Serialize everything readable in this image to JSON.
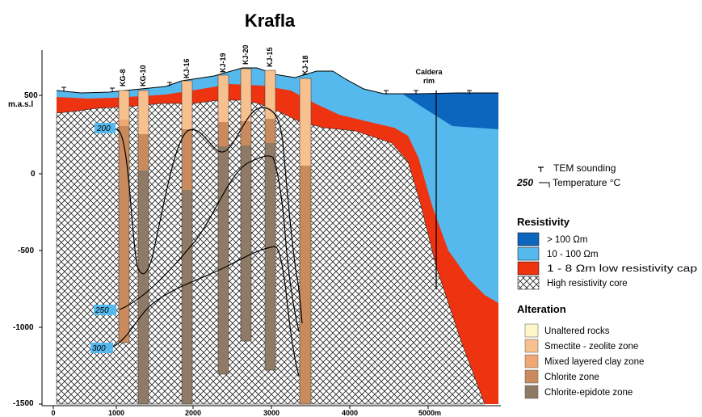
{
  "title": "Krafla",
  "y_axis": {
    "top_label_lines": [
      "500",
      "m.a.s.l"
    ],
    "ticks": [
      "0",
      "-500",
      "-1000",
      "-1500"
    ]
  },
  "x_axis": {
    "ticks": [
      "0",
      "1000",
      "2000",
      "3000",
      "4000",
      "5000m"
    ]
  },
  "wells": [
    "KG-8",
    "KG-10",
    "KJ-16",
    "KJ-19",
    "KJ-20",
    "KJ-15",
    "KJ-18"
  ],
  "caldera_label_lines": [
    "Caldera",
    "rim"
  ],
  "isotherm_labels": [
    "200",
    "250",
    "300"
  ],
  "legend": {
    "tem_sounding": "TEM sounding",
    "temperature_value": "250",
    "temperature_text": "Temperature °C",
    "resistivity_title": "Resistivity",
    "resistivity_items": [
      {
        "label": "> 100 Ωm",
        "color": "#0d66be"
      },
      {
        "label": "10 - 100 Ωm",
        "color": "#55b9ee"
      },
      {
        "label": "1 - 8 Ωm low resistivity cap",
        "color": "#ee3311"
      },
      {
        "label": "High resistivity core",
        "color": "pattern"
      }
    ],
    "alteration_title": "Alteration",
    "alteration_items": [
      {
        "label": "Unaltered rocks",
        "color": "#fdf7c8"
      },
      {
        "label": "Smectite - zeolite zone",
        "color": "#f6c08f"
      },
      {
        "label": "Mixed layered clay zone",
        "color": "#efa774"
      },
      {
        "label": "Chlorite zone",
        "color": "#c98a5e"
      },
      {
        "label": "Chlorite-epidote zone",
        "color": "#8f7a66"
      }
    ]
  },
  "colors": {
    "high_resistivity": "#0d66be",
    "medium_resistivity": "#55b9ee",
    "low_resistivity_cap": "#ee3311",
    "smectite_zeolite": "#f6c08f",
    "mixed_layered_clay": "#efa774",
    "chlorite": "#c98a5e",
    "chlorite_epidote": "#8f7a66"
  }
}
